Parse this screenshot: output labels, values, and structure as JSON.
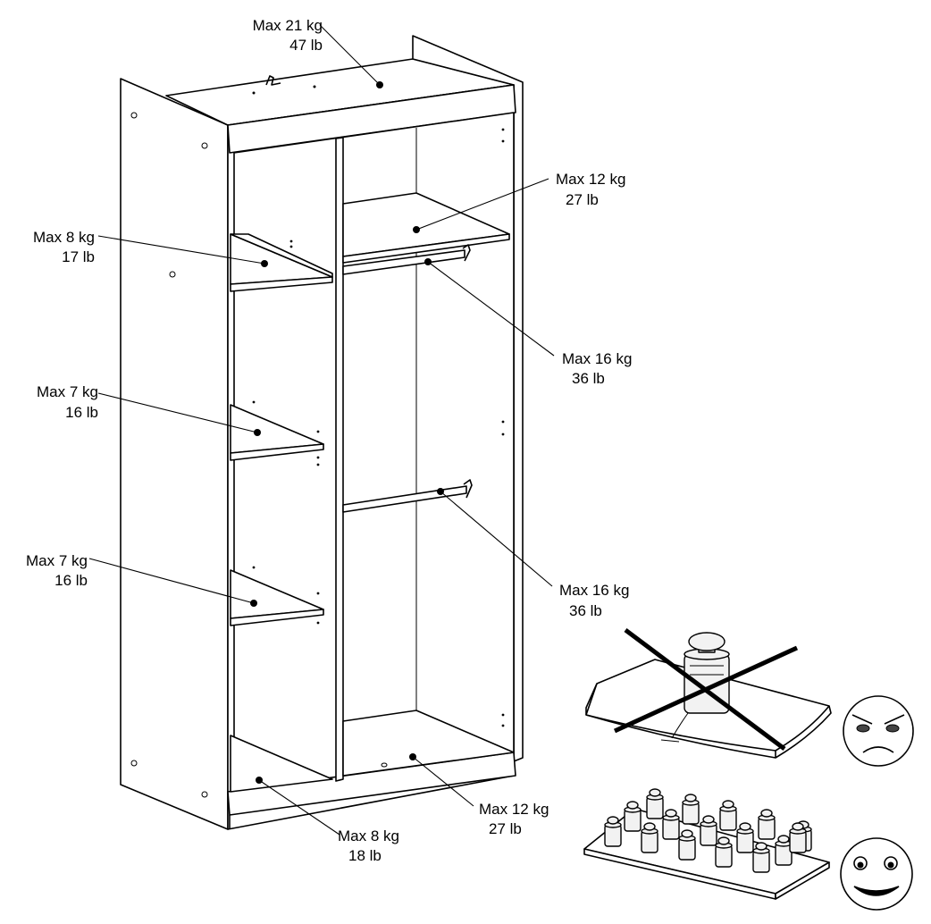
{
  "labels": [
    {
      "id": "top",
      "kg": "Max 21 kg",
      "lb": "47 lb"
    },
    {
      "id": "right-upper-shelf",
      "kg": "Max 12 kg",
      "lb": "27 lb"
    },
    {
      "id": "left-shelf-1",
      "kg": "Max 8 kg",
      "lb": "17 lb"
    },
    {
      "id": "upper-rail",
      "kg": "Max 16 kg",
      "lb": "36 lb"
    },
    {
      "id": "left-shelf-2",
      "kg": "Max 7 kg",
      "lb": "16 lb"
    },
    {
      "id": "left-shelf-3",
      "kg": "Max 7 kg",
      "lb": "16 lb"
    },
    {
      "id": "lower-rail",
      "kg": "Max 16 kg",
      "lb": "36 lb"
    },
    {
      "id": "right-bottom",
      "kg": "Max 12 kg",
      "lb": "27 lb"
    },
    {
      "id": "left-bottom",
      "kg": "Max 8 kg",
      "lb": "18 lb"
    }
  ],
  "icons": {
    "wrong": "angry-face-icon",
    "right": "happy-face-icon",
    "weight": "weight-icon"
  }
}
